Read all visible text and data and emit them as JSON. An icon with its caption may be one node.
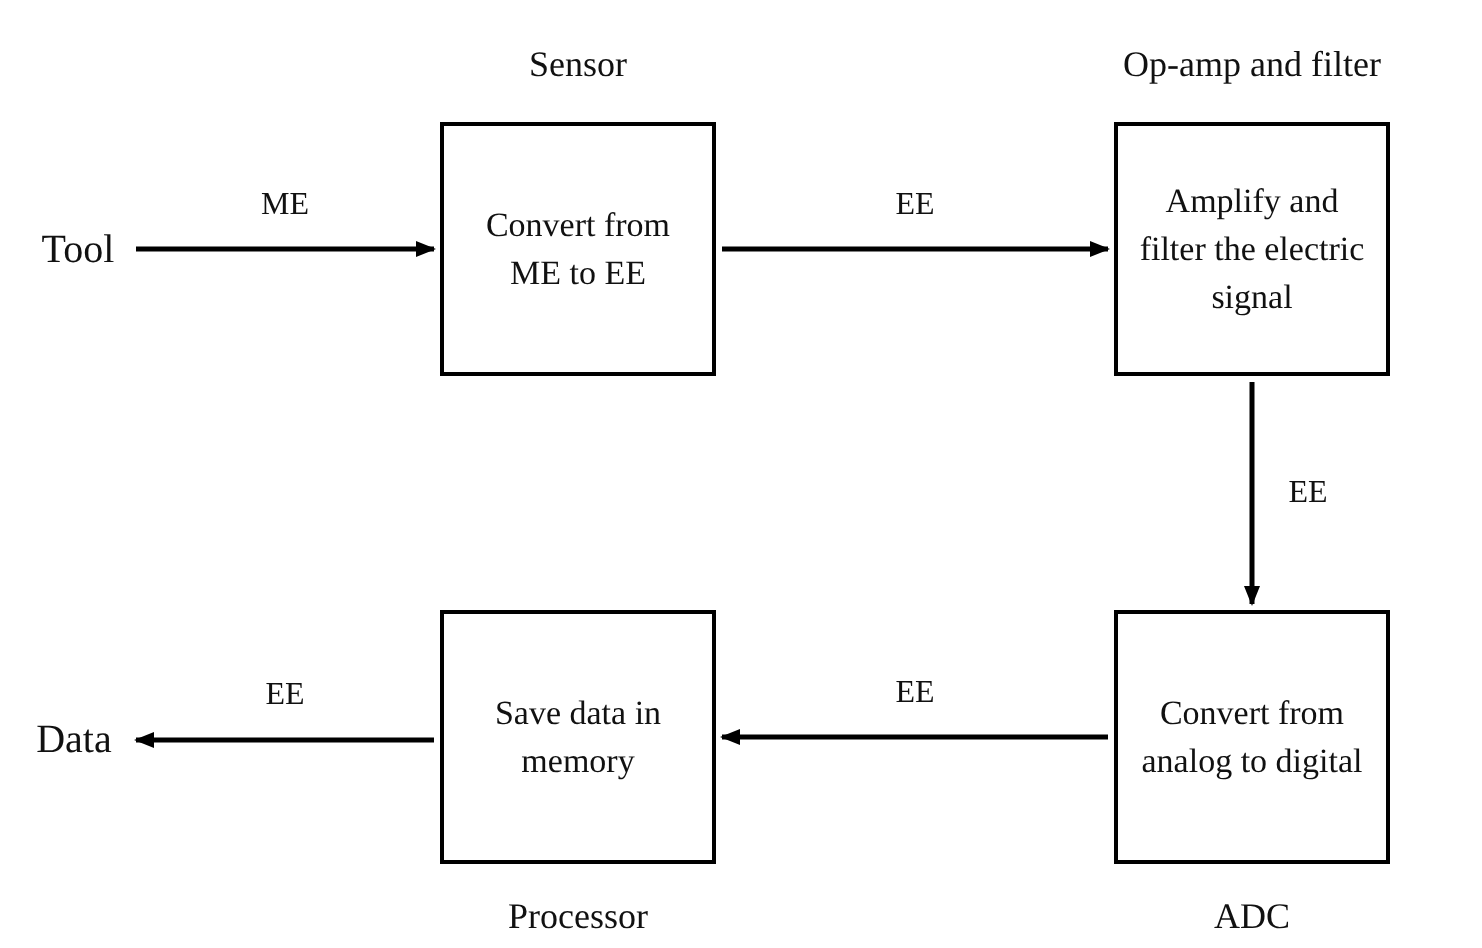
{
  "diagram": {
    "nodes": [
      {
        "text": [
          "Tool"
        ]
      },
      {
        "text": [
          "Sensor",
          "Convert from ME to EE"
        ]
      },
      {
        "text": [
          "Op-amp and filter",
          "Amplify and filter the electric signal"
        ]
      },
      {
        "text": [
          "Convert from analog to digital",
          "ADC"
        ]
      },
      {
        "text": [
          "Save data in memory",
          "Processor"
        ]
      },
      {
        "text": [
          "Data"
        ]
      }
    ],
    "edges": [
      {
        "from": 0,
        "to": 1,
        "arrow": "to",
        "label": "ME"
      },
      {
        "from": 1,
        "to": 2,
        "arrow": "to",
        "label": "EE"
      },
      {
        "from": 2,
        "to": 3,
        "arrow": "to",
        "label": "EE"
      },
      {
        "from": 3,
        "to": 4,
        "arrow": "to",
        "label": "EE"
      },
      {
        "from": 4,
        "to": 5,
        "arrow": "to",
        "label": "EE"
      }
    ]
  }
}
